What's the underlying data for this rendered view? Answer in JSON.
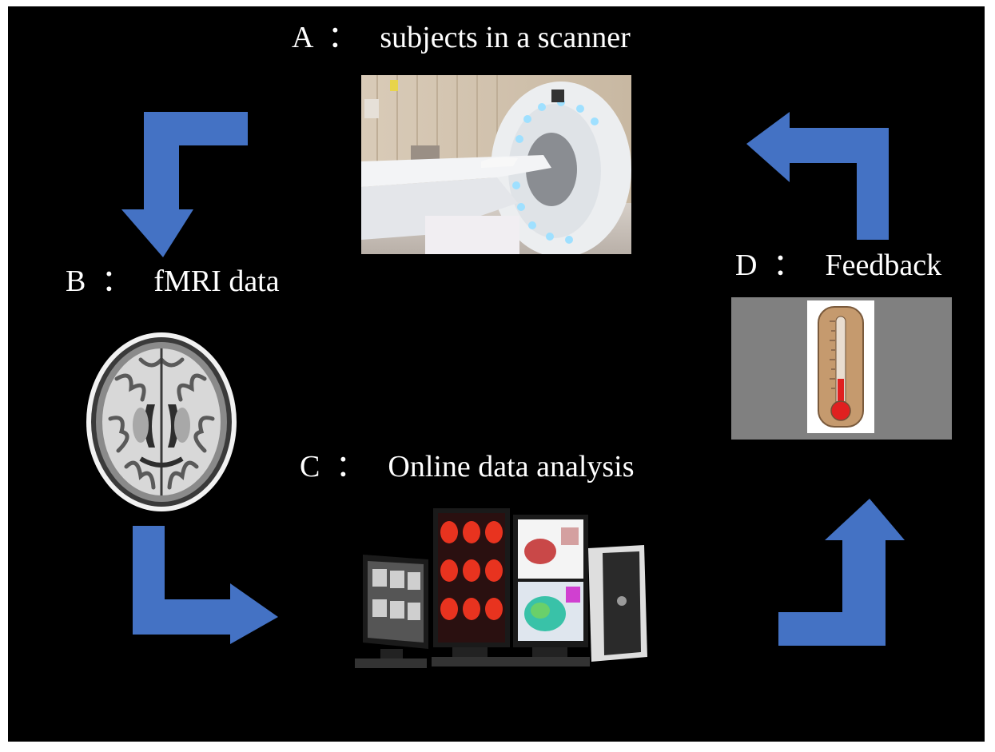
{
  "steps": {
    "a": {
      "letter": "A",
      "separator": "：",
      "text": "subjects in a scanner"
    },
    "b": {
      "letter": "B",
      "separator": "：",
      "text": "fMRI data"
    },
    "c": {
      "letter": "C",
      "separator": "：",
      "text": "Online data analysis"
    },
    "d": {
      "letter": "D",
      "separator": "：",
      "text": "Feedback"
    }
  },
  "colors": {
    "arrow": "#4472C4",
    "background": "#000000",
    "feedback_panel": "#808080"
  },
  "icons": [
    "mri-scanner-photo",
    "brain-mri-slice",
    "workstation-monitors",
    "thermometer-icon"
  ]
}
